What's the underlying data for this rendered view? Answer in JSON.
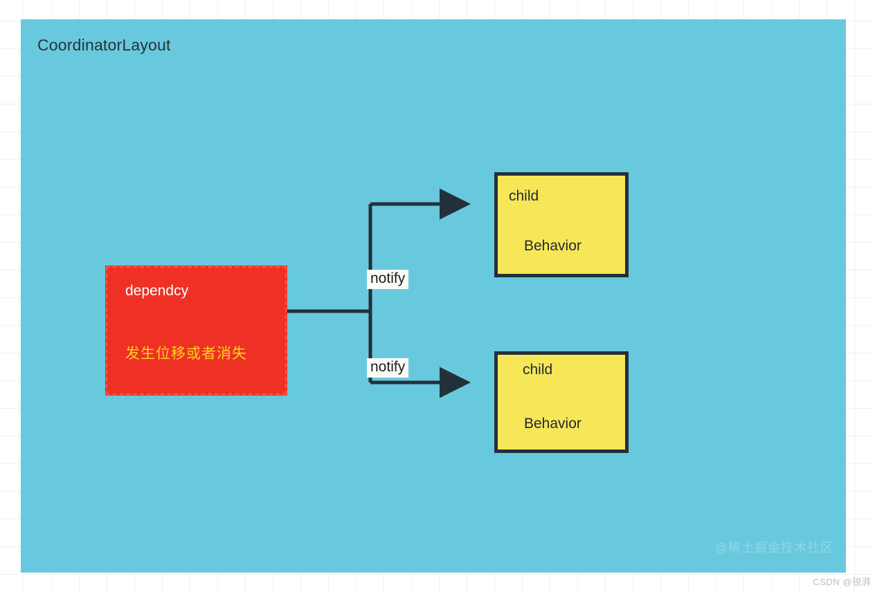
{
  "diagram": {
    "title": "CoordinatorLayout",
    "panel_color": "#68c9de",
    "dependcy": {
      "label": "dependcy",
      "note": "发生位移或者消失",
      "fill_color": "#ee3124",
      "label_color": "#ffffff",
      "note_color": "#ffd21e"
    },
    "children": [
      {
        "title": "child",
        "behavior": "Behavior",
        "fill_color": "#f7e657",
        "border_color": "#22303a"
      },
      {
        "title": "child",
        "behavior": "Behavior",
        "fill_color": "#f7e657",
        "border_color": "#22303a"
      }
    ],
    "edges": [
      {
        "label": "notify"
      },
      {
        "label": "notify"
      }
    ],
    "edge_color": "#22303a"
  },
  "watermark": {
    "community": "@稀土掘金技术社区",
    "csdn": "CSDN @锐湃"
  }
}
